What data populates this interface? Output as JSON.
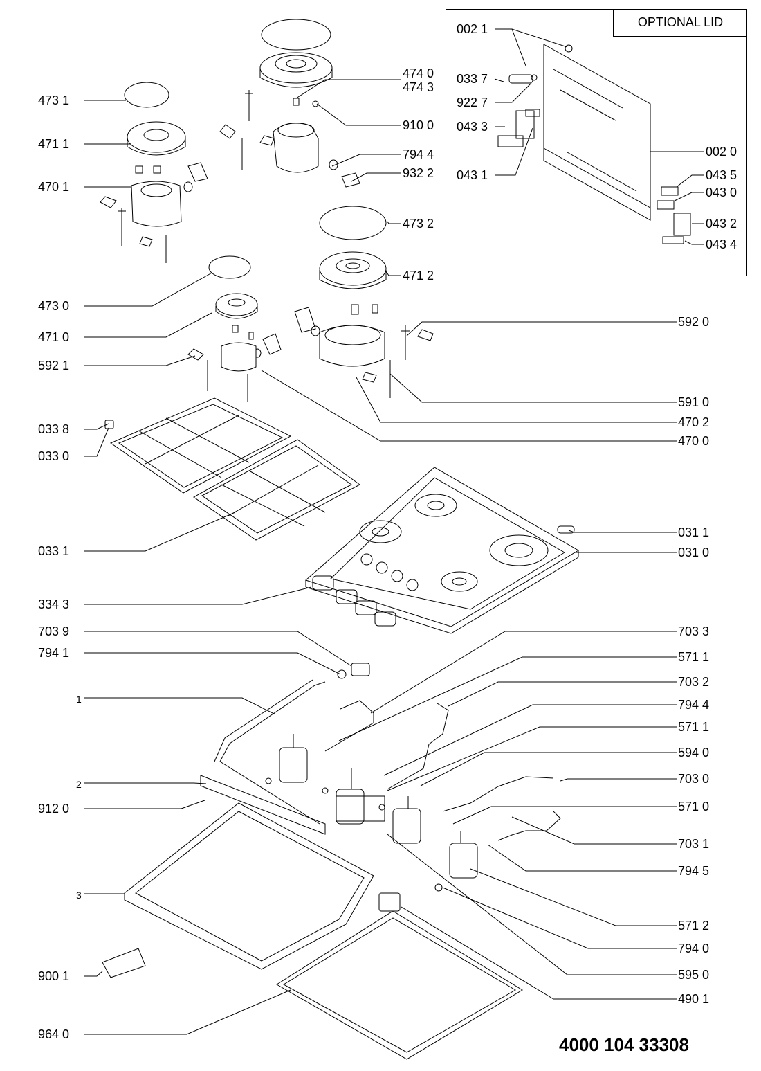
{
  "optional_lid_title": "OPTIONAL LID",
  "document_number": "4000 104 33308",
  "labels_left": [
    {
      "id": "l-4731",
      "text": "473 1"
    },
    {
      "id": "l-4711",
      "text": "471 1"
    },
    {
      "id": "l-4701",
      "text": "470 1"
    },
    {
      "id": "l-4730",
      "text": "473 0"
    },
    {
      "id": "l-4710",
      "text": "471 0"
    },
    {
      "id": "l-5921",
      "text": "592 1"
    },
    {
      "id": "l-0338",
      "text": "033 8"
    },
    {
      "id": "l-0330",
      "text": "033 0"
    },
    {
      "id": "l-0331",
      "text": "033 1"
    },
    {
      "id": "l-3343",
      "text": "334 3"
    },
    {
      "id": "l-7039",
      "text": "703 9"
    },
    {
      "id": "l-7941",
      "text": "794 1"
    },
    {
      "id": "l-1",
      "text": "1"
    },
    {
      "id": "l-2",
      "text": "2"
    },
    {
      "id": "l-9120",
      "text": "912 0"
    },
    {
      "id": "l-3",
      "text": "3"
    },
    {
      "id": "l-9001",
      "text": "900 1"
    },
    {
      "id": "l-9640",
      "text": "964 0"
    }
  ],
  "labels_center": [
    {
      "id": "c-4740",
      "text": "474 0"
    },
    {
      "id": "c-4743",
      "text": "474 3"
    },
    {
      "id": "c-9100",
      "text": "910 0"
    },
    {
      "id": "c-7944",
      "text": "794 4"
    },
    {
      "id": "c-9322",
      "text": "932 2"
    },
    {
      "id": "c-4732",
      "text": "473 2"
    },
    {
      "id": "c-4712",
      "text": "471 2"
    }
  ],
  "labels_lid": [
    {
      "id": "d-0021",
      "text": "002 1"
    },
    {
      "id": "d-0337",
      "text": "033 7"
    },
    {
      "id": "d-9227",
      "text": "922 7"
    },
    {
      "id": "d-0433",
      "text": "043 3"
    },
    {
      "id": "d-0431",
      "text": "043 1"
    },
    {
      "id": "d-0020",
      "text": "002 0"
    },
    {
      "id": "d-0435",
      "text": "043 5"
    },
    {
      "id": "d-0430",
      "text": "043 0"
    },
    {
      "id": "d-0432",
      "text": "043 2"
    },
    {
      "id": "d-0434",
      "text": "043 4"
    }
  ],
  "labels_right": [
    {
      "id": "r-5920",
      "text": "592 0"
    },
    {
      "id": "r-5910",
      "text": "591 0"
    },
    {
      "id": "r-4702",
      "text": "470 2"
    },
    {
      "id": "r-4700",
      "text": "470 0"
    },
    {
      "id": "r-0311",
      "text": "031 1"
    },
    {
      "id": "r-0310",
      "text": "031 0"
    },
    {
      "id": "r-7033",
      "text": "703 3"
    },
    {
      "id": "r-5711a",
      "text": "571 1"
    },
    {
      "id": "r-7032",
      "text": "703 2"
    },
    {
      "id": "r-7944",
      "text": "794 4"
    },
    {
      "id": "r-5711b",
      "text": "571 1"
    },
    {
      "id": "r-5940",
      "text": "594 0"
    },
    {
      "id": "r-7030",
      "text": "703 0"
    },
    {
      "id": "r-5710",
      "text": "571 0"
    },
    {
      "id": "r-7031",
      "text": "703 1"
    },
    {
      "id": "r-7945",
      "text": "794 5"
    },
    {
      "id": "r-5712",
      "text": "571 2"
    },
    {
      "id": "r-7940",
      "text": "794 0"
    },
    {
      "id": "r-5950",
      "text": "595 0"
    },
    {
      "id": "r-4901",
      "text": "490 1"
    }
  ]
}
